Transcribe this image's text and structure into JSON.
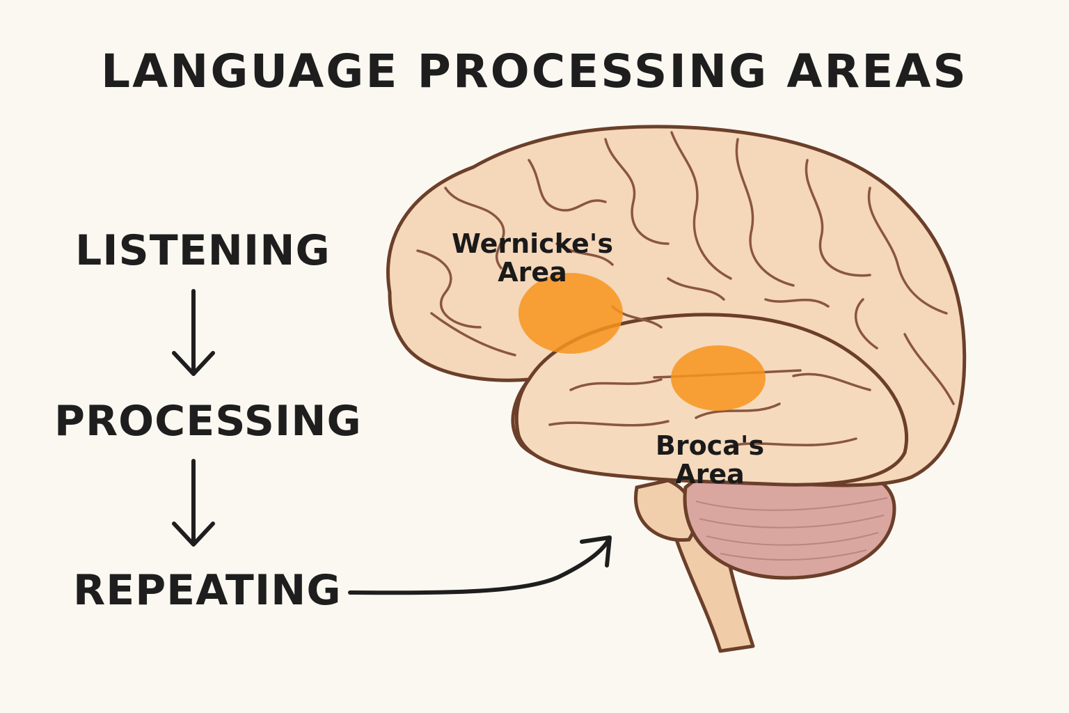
{
  "title": "LANGUAGE PROCESSING AREAS",
  "flow_steps": [
    "LISTENING",
    "PROCESSING",
    "REPEATING"
  ],
  "areas": {
    "wernicke": {
      "line1": "Wernicke's",
      "line2": "Area"
    },
    "broca": {
      "line1": "Broca's",
      "line2": "Area"
    }
  },
  "colors": {
    "background": "#fbf8f1",
    "text": "#1e1e1e",
    "brain_fill": "#f5d7b9",
    "brain_outline": "#6b3f2a",
    "highlight": "#f7941d",
    "cerebellum": "#d9a6a0"
  }
}
